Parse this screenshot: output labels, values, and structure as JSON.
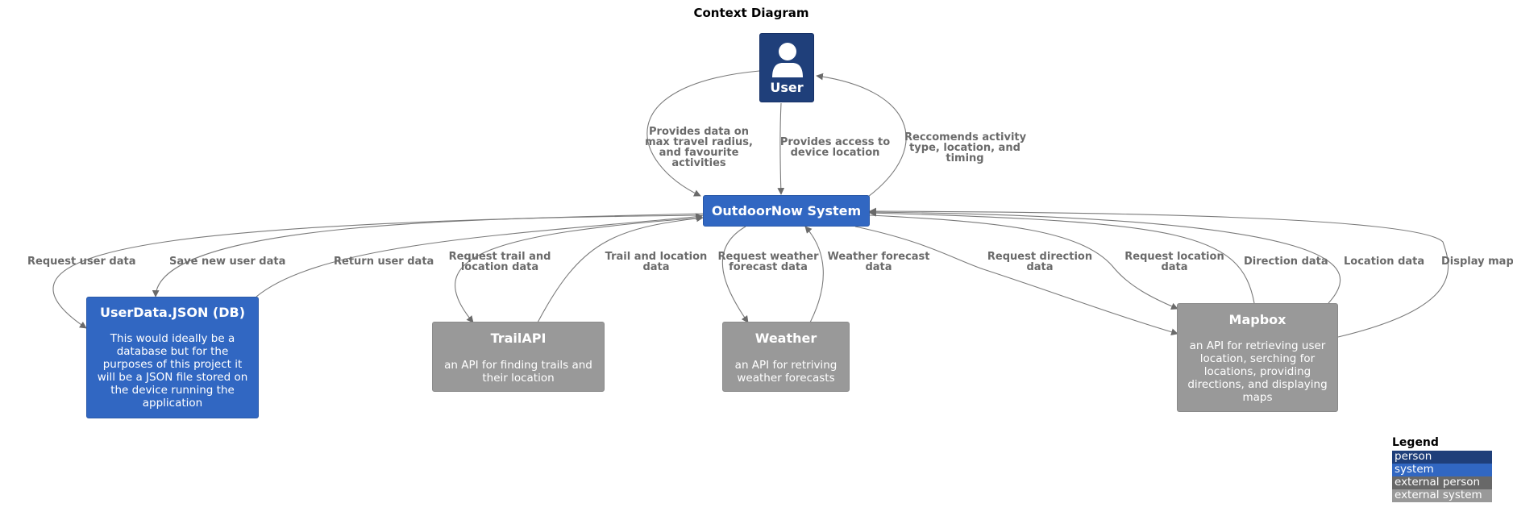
{
  "title": "Context Diagram",
  "nodes": {
    "user": {
      "name": "User",
      "kind": "person",
      "icon": "person-icon"
    },
    "outdoornow": {
      "name": "OutdoorNow System",
      "kind": "system"
    },
    "userdata": {
      "name": "UserData.JSON (DB)",
      "kind": "system",
      "desc": [
        "This would ideally be a",
        "database but for the",
        "purposes of this project it",
        "will be a JSON file stored on",
        "the device running the",
        "application"
      ]
    },
    "trailapi": {
      "name": "TrailAPI",
      "kind": "external system",
      "desc": [
        "an API for finding trails and",
        "their location"
      ]
    },
    "weather": {
      "name": "Weather",
      "kind": "external system",
      "desc": [
        "an API for retriving",
        "weather forecasts"
      ]
    },
    "mapbox": {
      "name": "Mapbox",
      "kind": "external system",
      "desc": [
        "an API for retrieving user",
        "location, serching for",
        "locations, providing",
        "directions, and displaying",
        "maps"
      ]
    }
  },
  "edges": [
    {
      "from": "user",
      "to": "outdoornow",
      "label": [
        "Provides data on",
        "max travel radius,",
        "and favourite",
        "activities"
      ]
    },
    {
      "from": "user",
      "to": "outdoornow",
      "label": [
        "Provides access to",
        "device location"
      ]
    },
    {
      "from": "outdoornow",
      "to": "user",
      "label": [
        "Reccomends activity",
        "type, location, and",
        "timing"
      ]
    },
    {
      "from": "outdoornow",
      "to": "userdata",
      "label": [
        "Request user data"
      ]
    },
    {
      "from": "outdoornow",
      "to": "userdata",
      "label": [
        "Save new user data"
      ]
    },
    {
      "from": "userdata",
      "to": "outdoornow",
      "label": [
        "Return user data"
      ]
    },
    {
      "from": "outdoornow",
      "to": "trailapi",
      "label": [
        "Request trail and",
        "location data"
      ]
    },
    {
      "from": "trailapi",
      "to": "outdoornow",
      "label": [
        "Trail and location",
        "data"
      ]
    },
    {
      "from": "outdoornow",
      "to": "weather",
      "label": [
        "Request weather",
        "forecast data"
      ]
    },
    {
      "from": "weather",
      "to": "outdoornow",
      "label": [
        "Weather forecast",
        "data"
      ]
    },
    {
      "from": "outdoornow",
      "to": "mapbox",
      "label": [
        "Request direction",
        "data"
      ]
    },
    {
      "from": "outdoornow",
      "to": "mapbox",
      "label": [
        "Request location",
        "data"
      ]
    },
    {
      "from": "mapbox",
      "to": "outdoornow",
      "label": [
        "Direction data"
      ]
    },
    {
      "from": "mapbox",
      "to": "outdoornow",
      "label": [
        "Location data"
      ]
    },
    {
      "from": "mapbox",
      "to": "outdoornow",
      "label": [
        "Display map"
      ]
    }
  ],
  "legend": {
    "title": "Legend",
    "items": [
      {
        "label": "person",
        "color": "#1f3f7a"
      },
      {
        "label": "system",
        "color": "#3167c2"
      },
      {
        "label": "external person",
        "color": "#686868"
      },
      {
        "label": "external system",
        "color": "#999999"
      }
    ]
  },
  "colors": {
    "person": "#1f3f7a",
    "system": "#3167c2",
    "external_system": "#999999",
    "edge": "#6a6a6a"
  }
}
